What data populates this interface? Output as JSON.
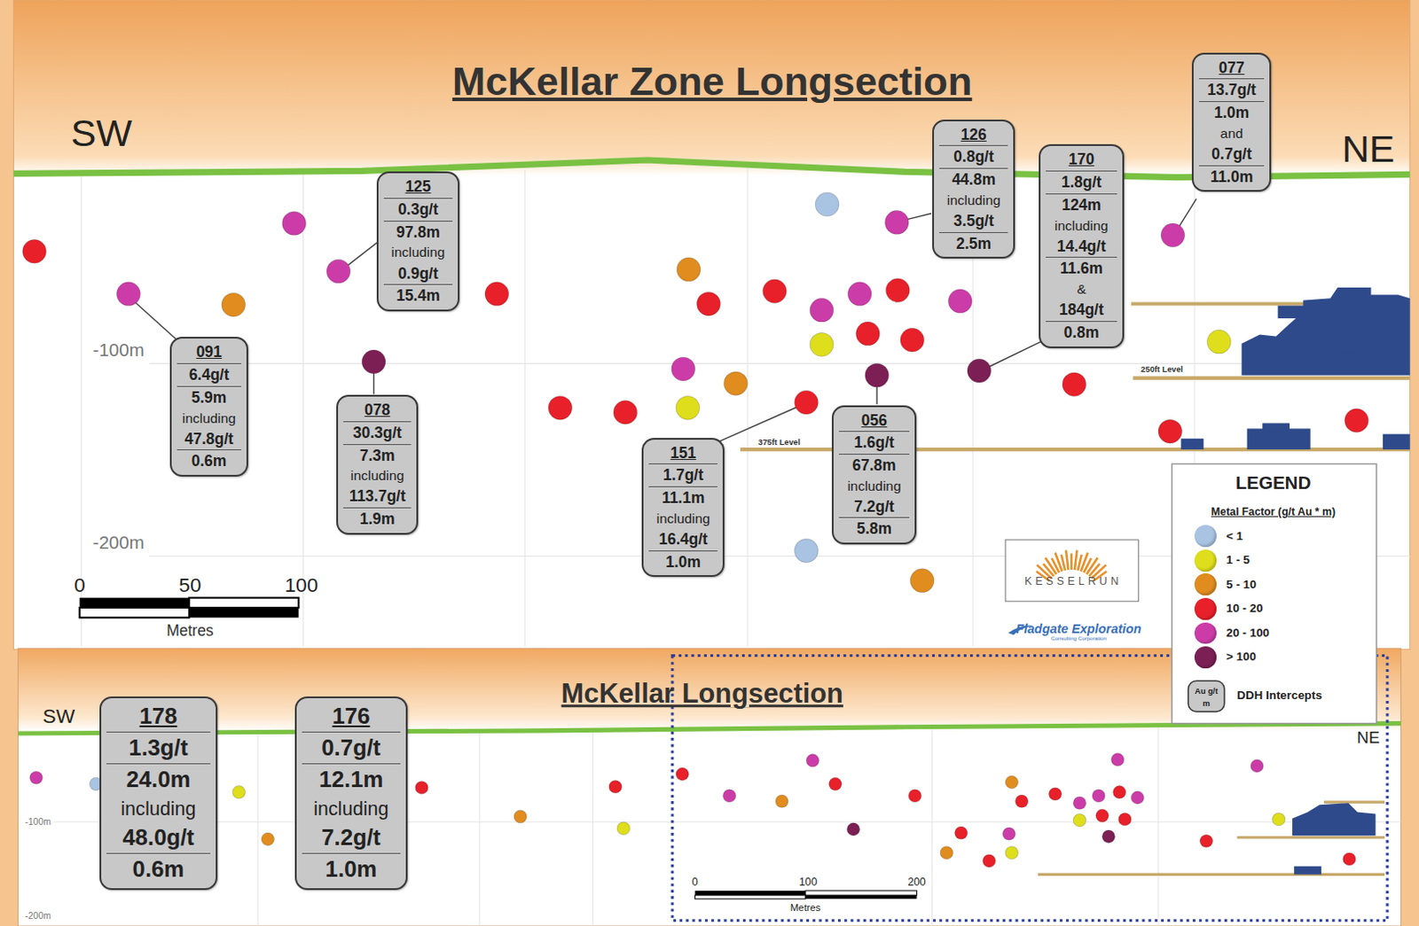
{
  "diagram": {
    "title": "McKellar Zone Longsection",
    "nodes": [
      {
        "text": [
          "125",
          "0.3g/t",
          "97.8m",
          "including",
          "0.9g/t",
          "15.4m"
        ]
      },
      {
        "text": [
          "091",
          "6.4g/t",
          "5.9m",
          "including",
          "47.8g/t",
          "0.6m"
        ]
      },
      {
        "text": [
          "078",
          "30.3g/t",
          "7.3m",
          "including",
          "113.7g/t",
          "1.9m"
        ]
      },
      {
        "text": [
          "151",
          "1.7g/t",
          "11.1m",
          "including",
          "16.4g/t",
          "1.0m"
        ]
      },
      {
        "text": [
          "056",
          "1.6g/t",
          "67.8m",
          "including",
          "7.2g/t",
          "5.8m"
        ]
      },
      {
        "text": [
          "126",
          "0.8g/t",
          "44.8m",
          "including",
          "3.5g/t",
          "2.5m"
        ]
      },
      {
        "text": [
          "170",
          "1.8g/t",
          "124m",
          "including",
          "14.4g/t",
          "11.6m",
          "&",
          "184g/t",
          "0.8m"
        ]
      },
      {
        "text": [
          "077",
          "13.7g/t",
          "1.0m",
          "and",
          "0.7g/t",
          "11.0m"
        ]
      },
      {
        "text": [
          "178",
          "1.3g/t",
          "24.0m",
          "including",
          "48.0g/t",
          "0.6m"
        ]
      },
      {
        "text": [
          "176",
          "0.7g/t",
          "12.1m",
          "including",
          "7.2g/t",
          "1.0m"
        ]
      }
    ],
    "labels": [
      "SW",
      "NE",
      "-100m",
      "-200m",
      "0",
      "50",
      "100",
      "Metres",
      "250ft Level",
      "375ft Level",
      "KESSELRUN",
      "Fladgate Exploration",
      "Consulting Corporation",
      "LEGEND",
      "Metal Factor (g/t Au * m)",
      "Au g/t",
      "m",
      "McKellar Longsection",
      "SW",
      "NE",
      "-100m",
      "-200m",
      "0",
      "100",
      "200",
      "Metres"
    ],
    "legend": [
      {
        "text": "< 1",
        "color": "#a9c3e3"
      },
      {
        "text": "1 - 5",
        "color": "#dede1c"
      },
      {
        "text": "5 - 10",
        "color": "#e08c1e"
      },
      {
        "text": "10 - 20",
        "color": "#e8202a"
      },
      {
        "text": "20 - 100",
        "color": "#cc3ca8"
      },
      {
        "text": "> 100",
        "color": "#7b1f55"
      },
      {
        "text": "DDH Intercepts"
      }
    ]
  }
}
